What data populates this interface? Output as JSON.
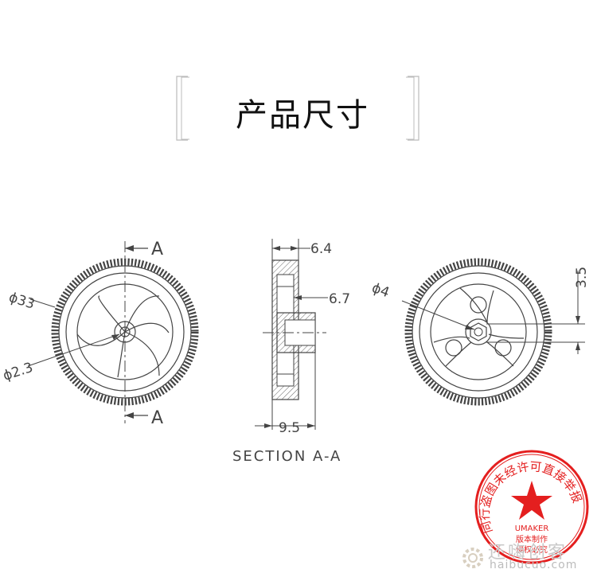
{
  "title": "产品尺寸",
  "section_label": "SECTION A-A",
  "views": {
    "front": {
      "section_mark_top": "A",
      "section_mark_bottom": "A",
      "outer_diameter": "ϕ33",
      "hub_diameter": "ϕ2.3"
    },
    "section": {
      "tire_width": "6.4",
      "hub_dim": "6.7",
      "total_width": "9.5"
    },
    "back": {
      "hole_diameter": "ϕ4",
      "offset": "3.5"
    }
  },
  "stamp": {
    "ring_text": "同行盗图未经许可直接举报",
    "brand": "UMAKER",
    "line1": "版本制作",
    "line2": "侵权必究"
  },
  "watermark": {
    "main": "还嗨创客",
    "url": "haibucuo.com"
  },
  "colors": {
    "line": "#444444",
    "hatch": "#666666",
    "stamp_red": "#e41f1f",
    "bracket": "#bbbbbb"
  }
}
